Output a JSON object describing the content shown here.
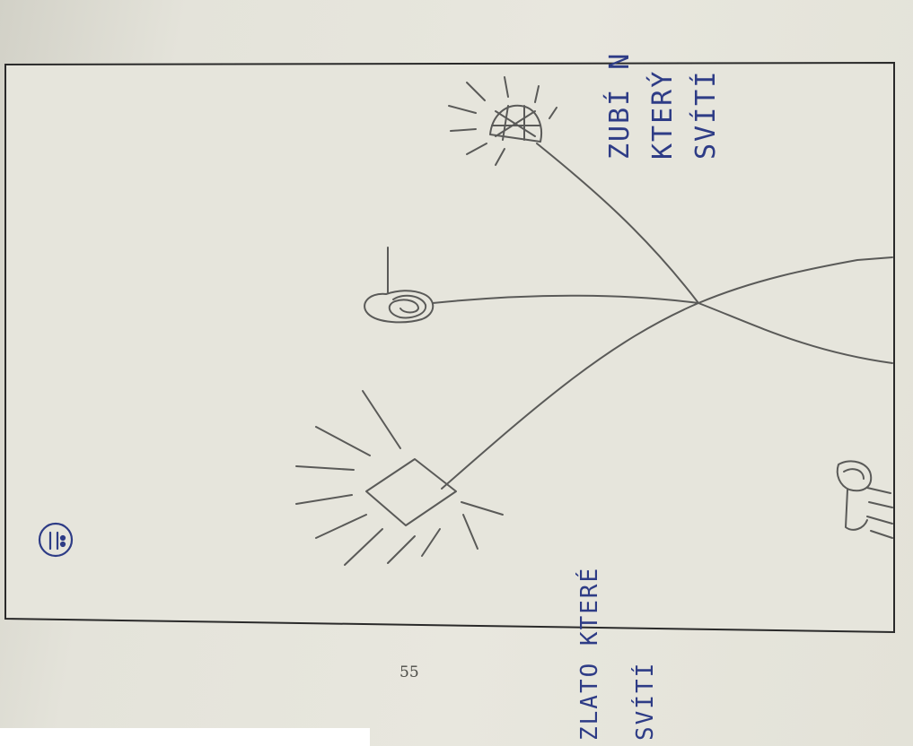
{
  "page": {
    "number": "55",
    "frame_color": "#2a2a2a",
    "pencil_color": "#5a5a58",
    "pen_color": "#2e3c86"
  },
  "annotations": {
    "top_right": {
      "line1": "ZUBÍ N",
      "line2": "KTERÝ",
      "line3": "SVÍTÍ"
    },
    "bottom_left": {
      "line1": "ZLATO KTERÉ",
      "line2": "SVÍTÍ"
    },
    "marker_symbol": "smiley-in-circle"
  }
}
